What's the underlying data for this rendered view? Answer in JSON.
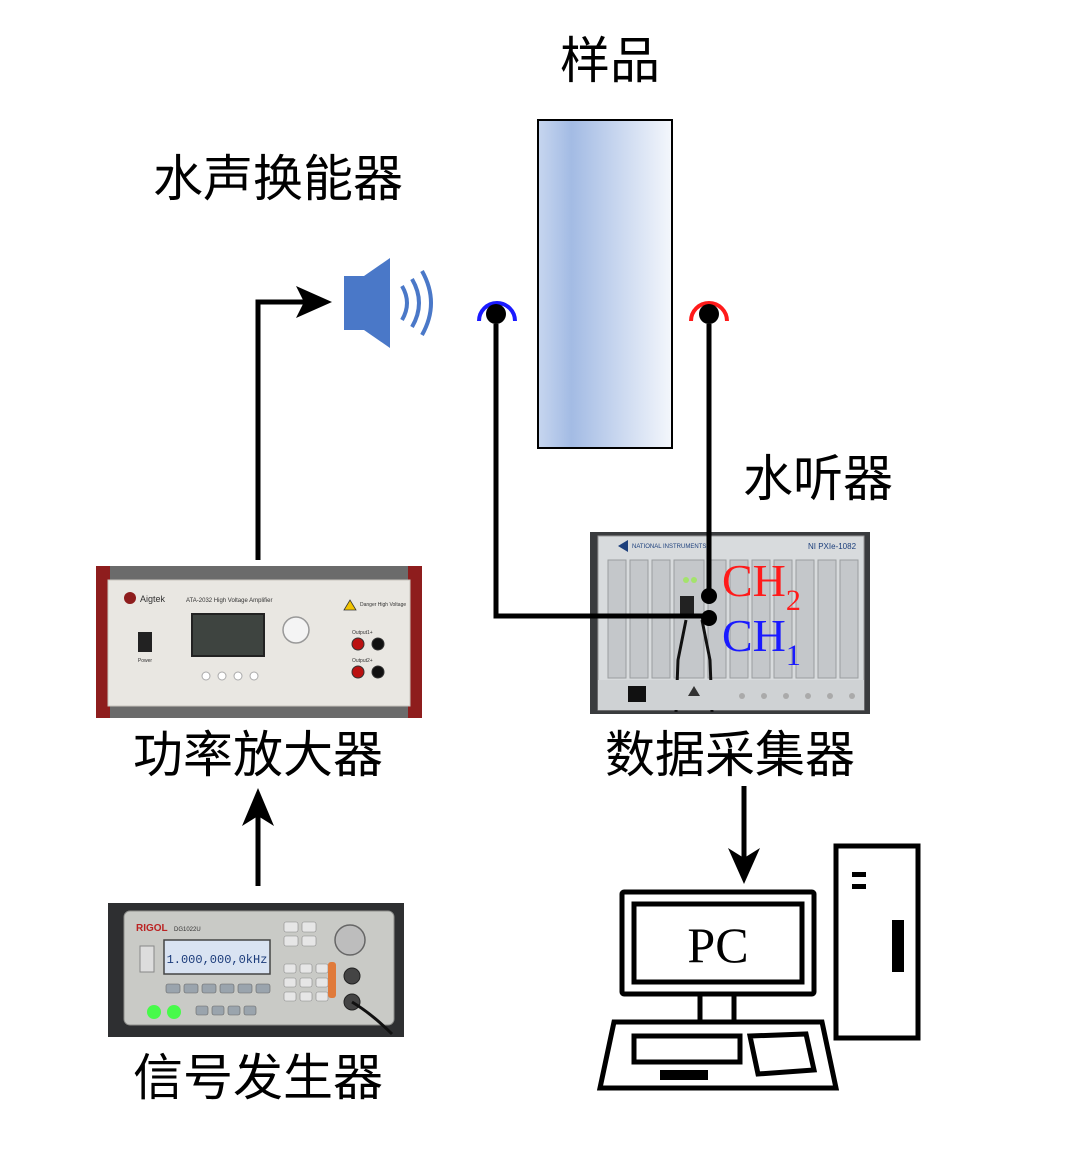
{
  "labels": {
    "sample": "样品",
    "transducer": "水声换能器",
    "hydrophone": "水听器",
    "power_amplifier": "功率放大器",
    "data_acquisition": "数据采集器",
    "signal_generator": "信号发生器",
    "pc": "PC",
    "ch2": "CH",
    "ch2_sub": "2",
    "ch1": "CH",
    "ch1_sub": "1"
  },
  "devices": {
    "amplifier": {
      "brand": "Aigtek",
      "model": "ATA-2032 High Voltage Amplifier",
      "warning": "Danger High Voltage",
      "power_label": "Power",
      "out1": "Output1+",
      "out2": "Output2+"
    },
    "daq": {
      "brand": "NATIONAL INSTRUMENTS",
      "model": "NI PXIe-1082"
    },
    "generator": {
      "brand": "RIGOL",
      "model": "DG1022U",
      "display": "1.000,000,0kHz"
    }
  },
  "colors": {
    "ch1": "#1a1aff",
    "ch2": "#ff1a1a",
    "speaker": "#4a78c8",
    "sample_fill_from": "#a8bfe6",
    "sample_fill_to": "#f0f4fb"
  },
  "icons": {
    "speaker": "speaker-icon",
    "pc": "desktop-computer-icon"
  }
}
